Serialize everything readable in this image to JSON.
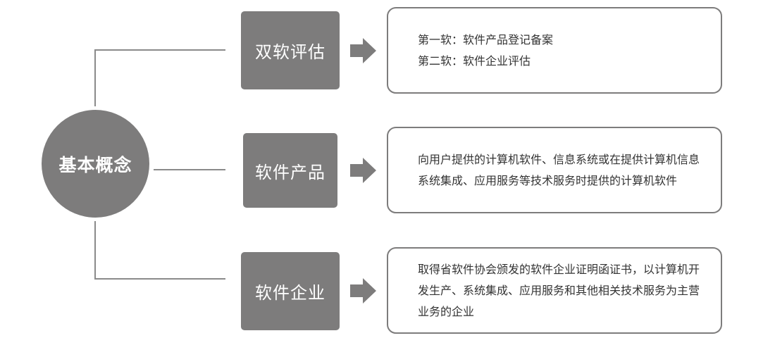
{
  "colors": {
    "node_fill": "#7d7c7c",
    "connector": "#8a8a8a",
    "box_border": "#7d7c7c",
    "text_dark": "#333333",
    "text_light": "#ffffff"
  },
  "root": {
    "label": "基本概念"
  },
  "branches": [
    {
      "label": "双软评估",
      "description_lines": [
        "第一软：软件产品登记备案",
        "第二软：软件企业评估"
      ]
    },
    {
      "label": "软件产品",
      "description": "向用户提供的计算机软件、信息系统或在提供计算机信息系统集成、应用服务等技术服务时提供的计算机软件"
    },
    {
      "label": "软件企业",
      "description": "取得省软件协会颁发的软件企业证明函证书，以计算机开发生产、系统集成、应用服务和其他相关技术服务为主营业务的企业"
    }
  ]
}
